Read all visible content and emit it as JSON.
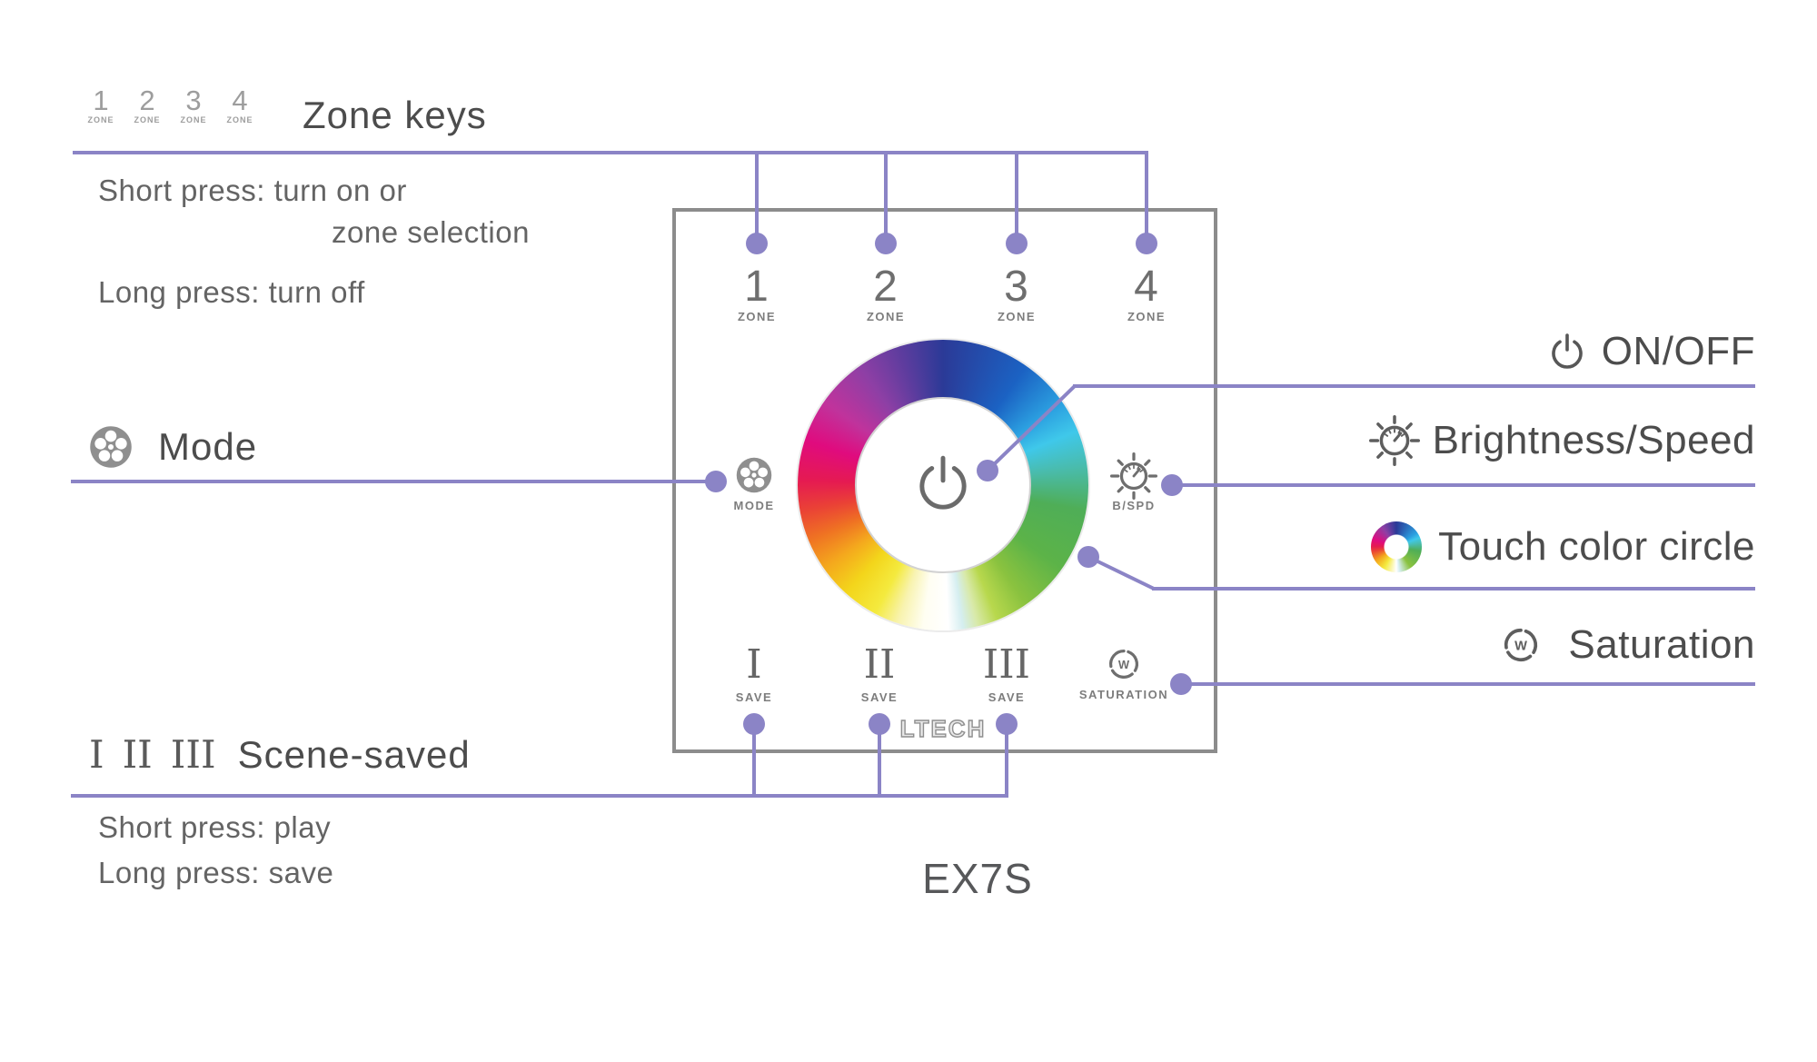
{
  "colors": {
    "connector_purple": "#8b84c6",
    "panel_border": "#8c8c8c",
    "title_gray": "#4c4c4c",
    "body_gray": "#646464",
    "key_label_gray": "#7d7d7d"
  },
  "top_left": {
    "zone_icons": [
      {
        "num": "1",
        "label": "ZONE"
      },
      {
        "num": "2",
        "label": "ZONE"
      },
      {
        "num": "3",
        "label": "ZONE"
      },
      {
        "num": "4",
        "label": "ZONE"
      }
    ],
    "title": "Zone keys",
    "short_press": "Short press: turn on or",
    "short_press_2": "zone selection",
    "long_press": "Long press: turn off"
  },
  "mode_note": {
    "label": "Mode"
  },
  "scene_note": {
    "numerals": [
      "I",
      "II",
      "III"
    ],
    "title": "Scene-saved",
    "short_press": "Short press: play",
    "long_press": "Long press: save"
  },
  "right_notes": {
    "on_off": "ON/OFF",
    "brightness": "Brightness/Speed",
    "touch": "Touch color circle",
    "saturation": "Saturation"
  },
  "panel": {
    "zone_keys": [
      {
        "num": "1",
        "label": "ZONE"
      },
      {
        "num": "2",
        "label": "ZONE"
      },
      {
        "num": "3",
        "label": "ZONE"
      },
      {
        "num": "4",
        "label": "ZONE"
      }
    ],
    "mode_key": "MODE",
    "bspd_key": "B/SPD",
    "saturation_key": "SATURATION",
    "save_keys": [
      {
        "num": "I",
        "label": "SAVE"
      },
      {
        "num": "II",
        "label": "SAVE"
      },
      {
        "num": "III",
        "label": "SAVE"
      }
    ],
    "logo": "LTECH",
    "model": "EX7S"
  },
  "icons": {
    "saturation_letter": "W"
  }
}
